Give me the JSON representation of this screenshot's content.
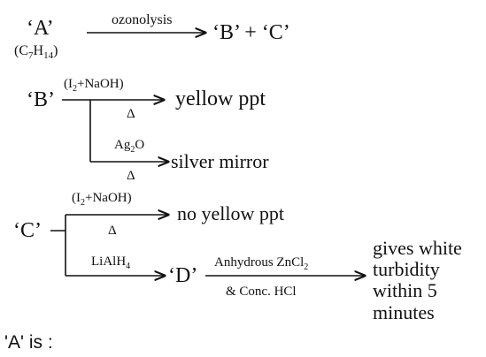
{
  "row1": {
    "a": "‘A’",
    "a_formula": "(C7H14)",
    "arrow_label": "ozonolysis",
    "products": "‘B’ + ‘C’"
  },
  "row2": {
    "b": "‘B’",
    "reagent1": "(I2+NaOH)",
    "cond1": "Δ",
    "result1": "yellow ppt",
    "reagent2": "Ag2O",
    "cond2": "Δ",
    "result2": "silver mirror"
  },
  "row3": {
    "c": "‘C’",
    "reagent1": "(I2+NaOH)",
    "cond1": "Δ",
    "result1": "no yellow ppt",
    "reagent2": "LiAlH4",
    "d": "‘D’",
    "reagent3_top": "Anhydrous ZnCl2",
    "reagent3_bottom": "& Conc. HCl",
    "result3": "gives white turbidity within 5 minutes"
  },
  "question": "'A' is :"
}
